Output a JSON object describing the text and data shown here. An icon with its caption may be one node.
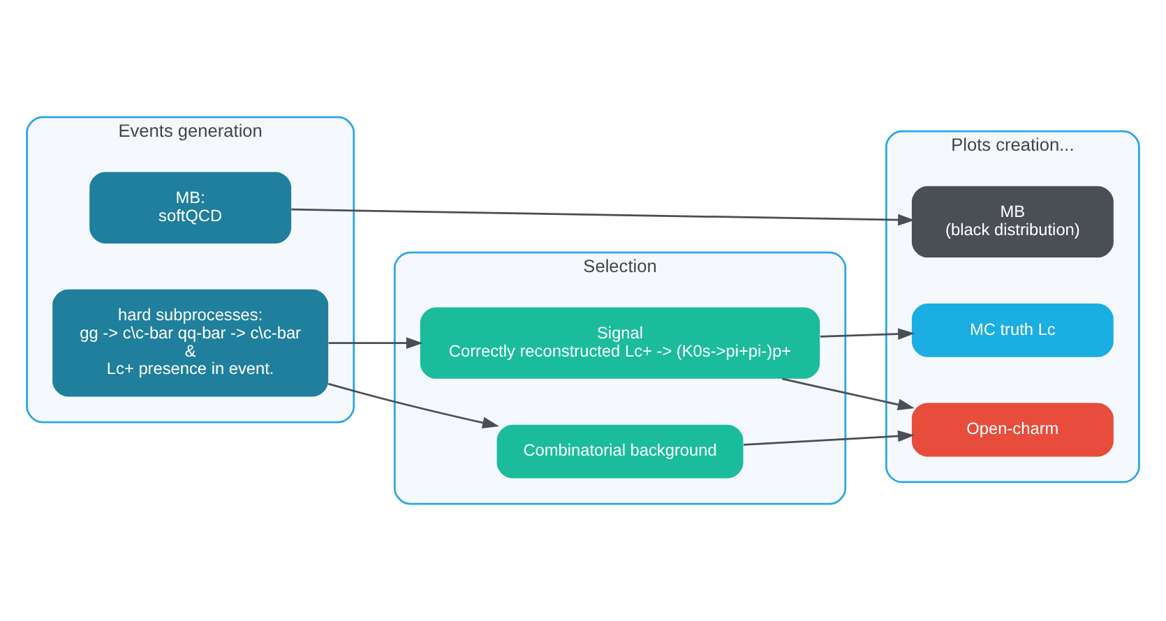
{
  "diagram": {
    "nodes": [
      {
        "text": [
          "Events generation"
        ]
      },
      {
        "text": [
          "MB:",
          "softQCD"
        ],
        "in": 0
      },
      {
        "text": [
          "hard subprocesses:",
          "gg -> c\\c-bar qq-bar -> c\\c-bar",
          "&",
          "Lc+ presence in event."
        ],
        "in": 0
      },
      {
        "text": [
          "Selection"
        ]
      },
      {
        "text": [
          "Signal",
          "Correctly reconstructed Lc+ -> (K0s->pi+pi-)p+"
        ],
        "in": 3
      },
      {
        "text": [
          "Combinatorial background"
        ],
        "in": 3
      },
      {
        "text": [
          "Plots creation..."
        ]
      },
      {
        "text": [
          "MB",
          "(black distribution)"
        ],
        "in": 6
      },
      {
        "text": [
          "MC truth Lc"
        ],
        "in": 6
      },
      {
        "text": [
          "Open-charm"
        ],
        "in": 6
      }
    ],
    "edges": [
      {
        "from": 1,
        "to": 7,
        "arrow": "to"
      },
      {
        "from": 2,
        "to": 4,
        "arrow": "to"
      },
      {
        "from": 2,
        "to": 5,
        "arrow": "to"
      },
      {
        "from": 4,
        "to": 8,
        "arrow": "to"
      },
      {
        "from": 4,
        "to": 9,
        "arrow": "to"
      },
      {
        "from": 5,
        "to": 9,
        "arrow": "to"
      }
    ]
  }
}
